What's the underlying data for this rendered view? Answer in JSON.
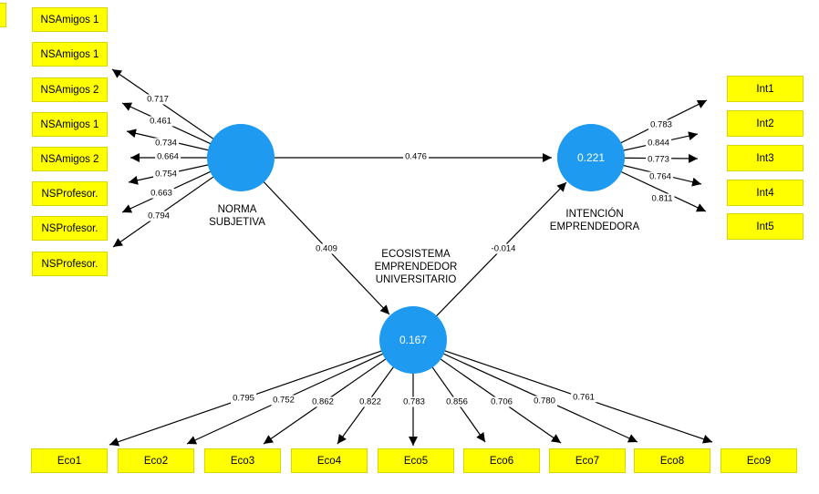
{
  "colors": {
    "construct_fill": "#1e9af0",
    "indicator_fill": "#ffff00",
    "indicator_border": "#d6d600",
    "line": "#000000",
    "background": "#ffffff",
    "circle_value_text": "#ffffff"
  },
  "constructs": {
    "norma": {
      "name_lines": [
        "NORMA",
        "SUBJETIVA"
      ]
    },
    "ecosistema": {
      "name_lines": [
        "ECOSISTEMA",
        "EMPRENDEDOR",
        "UNIVERSITARIO"
      ],
      "r_squared": "0.167"
    },
    "intencion": {
      "name_lines": [
        "INTENCIÓN",
        "EMPRENDEDORA"
      ],
      "r_squared": "0.221"
    }
  },
  "paths": {
    "norma_to_intencion": "0.476",
    "norma_to_ecosistema": "0.409",
    "ecosistema_to_intencion": "-0.014"
  },
  "indicators": {
    "norma": [
      {
        "label": "NSAmigos 1",
        "loading": ""
      },
      {
        "label": "NSAmigos 1",
        "loading": "0.717"
      },
      {
        "label": "NSAmigos 2",
        "loading": "0.461"
      },
      {
        "label": "NSAmigos 1",
        "loading": "0.734"
      },
      {
        "label": "NSAmigos 2",
        "loading": "0.664"
      },
      {
        "label": "NSProfesor.",
        "loading": "0.754"
      },
      {
        "label": "NSProfesor.",
        "loading": "0.663"
      },
      {
        "label": "NSProfesor.",
        "loading": "0.794"
      }
    ],
    "intencion": [
      {
        "label": "Int1",
        "loading": "0.783"
      },
      {
        "label": "Int2",
        "loading": "0.844"
      },
      {
        "label": "Int3",
        "loading": "0.773"
      },
      {
        "label": "Int4",
        "loading": "0.764"
      },
      {
        "label": "Int5",
        "loading": "0.811"
      }
    ],
    "eco": [
      {
        "label": "Eco1",
        "loading": "0.795"
      },
      {
        "label": "Eco2",
        "loading": "0.752"
      },
      {
        "label": "Eco3",
        "loading": "0.862"
      },
      {
        "label": "Eco4",
        "loading": "0.822"
      },
      {
        "label": "Eco5",
        "loading": "0.783"
      },
      {
        "label": "Eco6",
        "loading": "0.856"
      },
      {
        "label": "Eco7",
        "loading": "0.706"
      },
      {
        "label": "Eco8",
        "loading": "0.780"
      },
      {
        "label": "Eco9",
        "loading": "0.761"
      }
    ]
  }
}
